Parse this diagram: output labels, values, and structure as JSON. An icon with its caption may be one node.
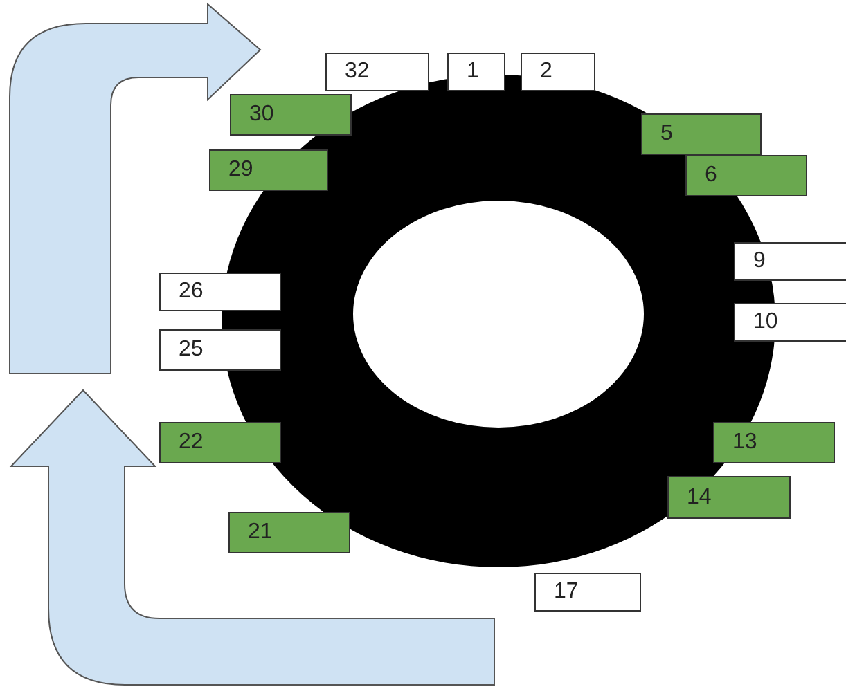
{
  "diagram": {
    "nodes": [
      {
        "text": [
          "32"
        ]
      },
      {
        "text": [
          "1"
        ]
      },
      {
        "text": [
          "2"
        ]
      },
      {
        "text": [
          "30"
        ]
      },
      {
        "text": [
          "5"
        ]
      },
      {
        "text": [
          "29"
        ]
      },
      {
        "text": [
          "6"
        ]
      },
      {
        "text": [
          "9"
        ]
      },
      {
        "text": [
          "26"
        ]
      },
      {
        "text": [
          "10"
        ]
      },
      {
        "text": [
          "25"
        ]
      },
      {
        "text": [
          "22"
        ]
      },
      {
        "text": [
          "13"
        ]
      },
      {
        "text": [
          "14"
        ]
      },
      {
        "text": [
          "21"
        ]
      },
      {
        "text": [
          "17"
        ]
      }
    ]
  }
}
